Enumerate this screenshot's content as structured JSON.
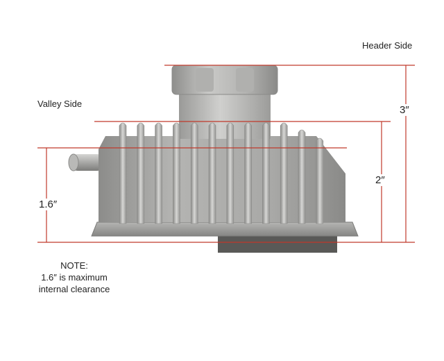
{
  "labels": {
    "header_side": "Header Side",
    "valley_side": "Valley Side"
  },
  "dimensions": {
    "overall": "3″",
    "header_side": "2″",
    "valley_side": "1.6″"
  },
  "note": {
    "line1": "NOTE:",
    "line2": "1.6″ is maximum",
    "line3": "internal clearance"
  },
  "colors": {
    "dimension_line": "#c0392b",
    "part_body": "#a7a7a5",
    "part_shadow": "#7d7d7b",
    "gasket": "#595957"
  }
}
